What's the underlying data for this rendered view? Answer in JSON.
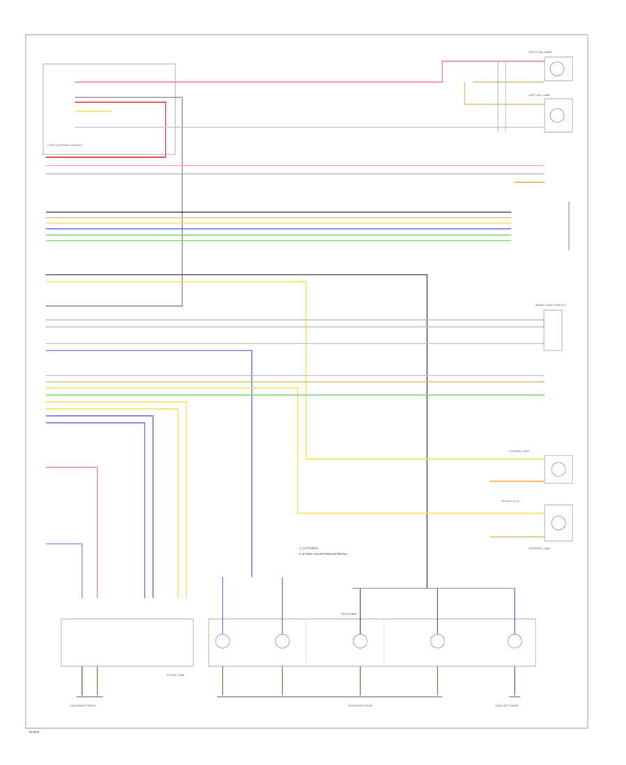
{
  "colors": {
    "frame": "#999999",
    "gray": "#7a7a7a",
    "dark": "#555555",
    "red": "#e4212b",
    "pink": "#f4a0b8",
    "pinkred": "#f07c98",
    "yellow": "#f2e24a",
    "orange": "#f0a040",
    "blue": "#6a6ae8",
    "green": "#7cd67c",
    "violet": "#9a70d0",
    "tan": "#d8c070",
    "lightgray": "#bfbfbf",
    "black": "#333333"
  },
  "labels": {
    "footer_code": "W4005",
    "legend_1": "1   CLOTHING",
    "legend_2": "2   OTHER COUNTRIES/OPTIONS",
    "lamp_front": "FRONT LAMP",
    "lamp_rear": "REAR LAMP",
    "ground_left": "G103 RIGHT FRONT",
    "ground_right": "G104 RIGHT REAR",
    "ground_far_right": "G105 LEFT REAR",
    "module_left": "LIGHT CONTROL MODULE",
    "switch_label": "BRAKE LIGHT SWITCH",
    "right_tail": "RIGHT TAIL LAMP",
    "left_tail": "LEFT TAIL LAMP",
    "license": "LICENSE LAMP",
    "trunk": "TRUNK LIGHT",
    "reverse": "REVERSE LAMP"
  }
}
